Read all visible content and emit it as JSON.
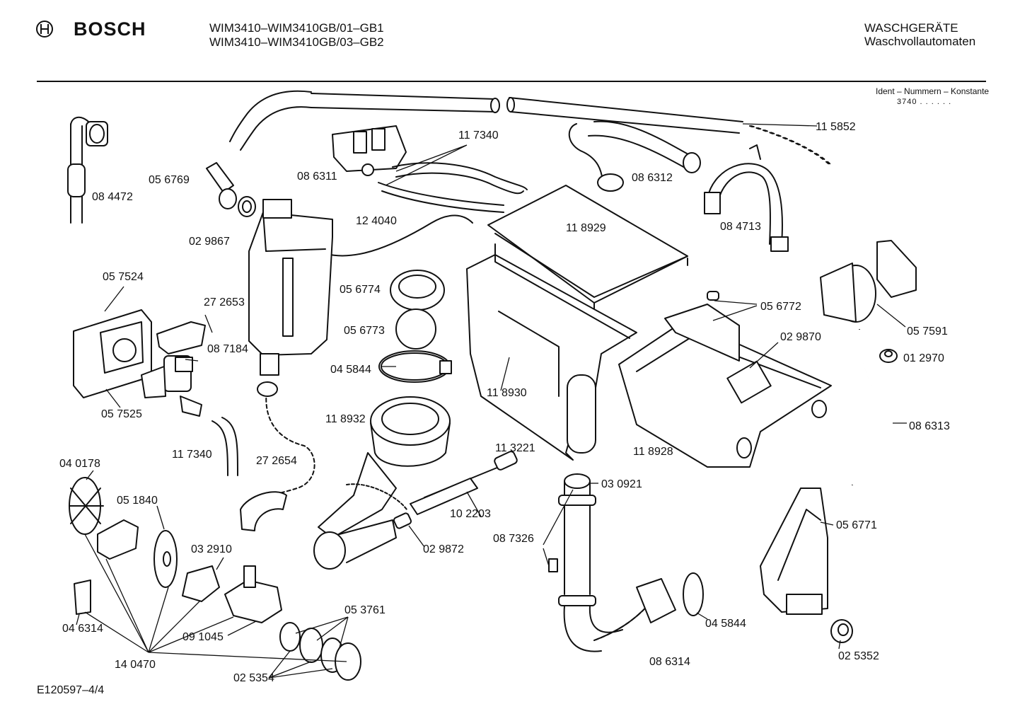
{
  "header": {
    "brand": "BOSCH",
    "model_line_1": "WIM3410–WIM3410GB/01–GB1",
    "model_line_2": "WIM3410–WIM3410GB/03–GB2",
    "category_line_1": "WASCHGERÄTE",
    "category_line_2": "Waschvollautomaten",
    "ident_label": "Ident – Nummern – Konstante",
    "ident_constant": "3740 . . . . . ."
  },
  "footer": {
    "drawing_code": "E120597–4/4"
  },
  "icons": {
    "logo": "bosch-armature-icon"
  },
  "parts": [
    {
      "id": "p084472",
      "label": "08 4472"
    },
    {
      "id": "p056769",
      "label": "05 6769"
    },
    {
      "id": "p029867",
      "label": "02 9867"
    },
    {
      "id": "p086311",
      "label": "08 6311"
    },
    {
      "id": "p117340a",
      "label": "11 7340"
    },
    {
      "id": "p124040",
      "label": "12 4040"
    },
    {
      "id": "p086312",
      "label": "08 6312"
    },
    {
      "id": "p115852",
      "label": "11 5852"
    },
    {
      "id": "p084713",
      "label": "08 4713"
    },
    {
      "id": "p118929",
      "label": "11 8929"
    },
    {
      "id": "p057524",
      "label": "05 7524"
    },
    {
      "id": "p272653",
      "label": "27 2653"
    },
    {
      "id": "p056774",
      "label": "05 6774"
    },
    {
      "id": "p056773",
      "label": "05 6773"
    },
    {
      "id": "p087184",
      "label": "08 7184"
    },
    {
      "id": "p045844a",
      "label": "04 5844"
    },
    {
      "id": "p056772",
      "label": "05 6772"
    },
    {
      "id": "p057591",
      "label": "05 7591"
    },
    {
      "id": "p029870",
      "label": "02 9870"
    },
    {
      "id": "p012970",
      "label": "01 2970"
    },
    {
      "id": "p057525",
      "label": "05 7525"
    },
    {
      "id": "p118930",
      "label": "11 8930"
    },
    {
      "id": "p118932",
      "label": "11 8932"
    },
    {
      "id": "p086313",
      "label": "08 6313"
    },
    {
      "id": "p117340b",
      "label": "11 7340"
    },
    {
      "id": "p272654",
      "label": "27 2654"
    },
    {
      "id": "p113221",
      "label": "11 3221"
    },
    {
      "id": "p118928",
      "label": "11 8928"
    },
    {
      "id": "p040178",
      "label": "04 0178"
    },
    {
      "id": "p030921",
      "label": "03 0921"
    },
    {
      "id": "p051840",
      "label": "05 1840"
    },
    {
      "id": "p102203",
      "label": "10 2203"
    },
    {
      "id": "p056771",
      "label": "05 6771"
    },
    {
      "id": "p087326",
      "label": "08 7326"
    },
    {
      "id": "p029872",
      "label": "02 9872"
    },
    {
      "id": "p032910",
      "label": "03 2910"
    },
    {
      "id": "p053761",
      "label": "05 3761"
    },
    {
      "id": "p045844b",
      "label": "04 5844"
    },
    {
      "id": "p046314",
      "label": "04 6314"
    },
    {
      "id": "p091045",
      "label": "09 1045"
    },
    {
      "id": "p086314",
      "label": "08 6314"
    },
    {
      "id": "p025352",
      "label": "02 5352"
    },
    {
      "id": "p140470",
      "label": "14 0470"
    },
    {
      "id": "p025354",
      "label": "02 5354"
    }
  ]
}
